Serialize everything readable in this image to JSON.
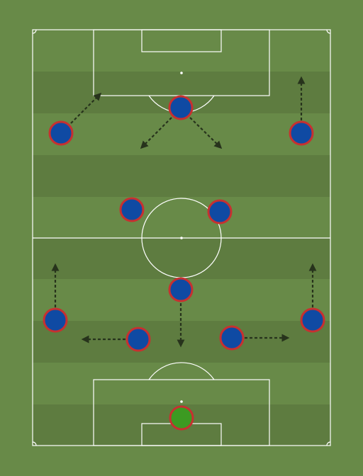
{
  "colors": {
    "background": "#688a48",
    "stripe_light": "#688a48",
    "stripe_dark": "#5e7c40",
    "lines": "#ffffff",
    "arrow": "#27331c",
    "player_fill": "#0f4aa3",
    "player_outline": "#c73030",
    "goalkeeper_fill": "#3c9a22"
  },
  "team_top": [
    {
      "id": "top-attacking-mid",
      "role": "player",
      "arrow": "diverge-down"
    },
    {
      "id": "top-left-wing",
      "role": "player",
      "arrow": "up-right"
    },
    {
      "id": "top-right-wing",
      "role": "player",
      "arrow": "up"
    },
    {
      "id": "top-left-striker",
      "role": "player",
      "arrow": "none"
    },
    {
      "id": "top-right-striker",
      "role": "player",
      "arrow": "none"
    }
  ],
  "team_bottom": [
    {
      "id": "bottom-defensive-mid",
      "role": "player",
      "arrow": "down"
    },
    {
      "id": "bottom-left-back",
      "role": "player",
      "arrow": "up"
    },
    {
      "id": "bottom-right-back",
      "role": "player",
      "arrow": "up"
    },
    {
      "id": "bottom-left-center-back",
      "role": "player",
      "arrow": "left"
    },
    {
      "id": "bottom-right-center-back",
      "role": "player",
      "arrow": "right"
    },
    {
      "id": "bottom-goalkeeper",
      "role": "goalkeeper",
      "arrow": "none"
    }
  ]
}
